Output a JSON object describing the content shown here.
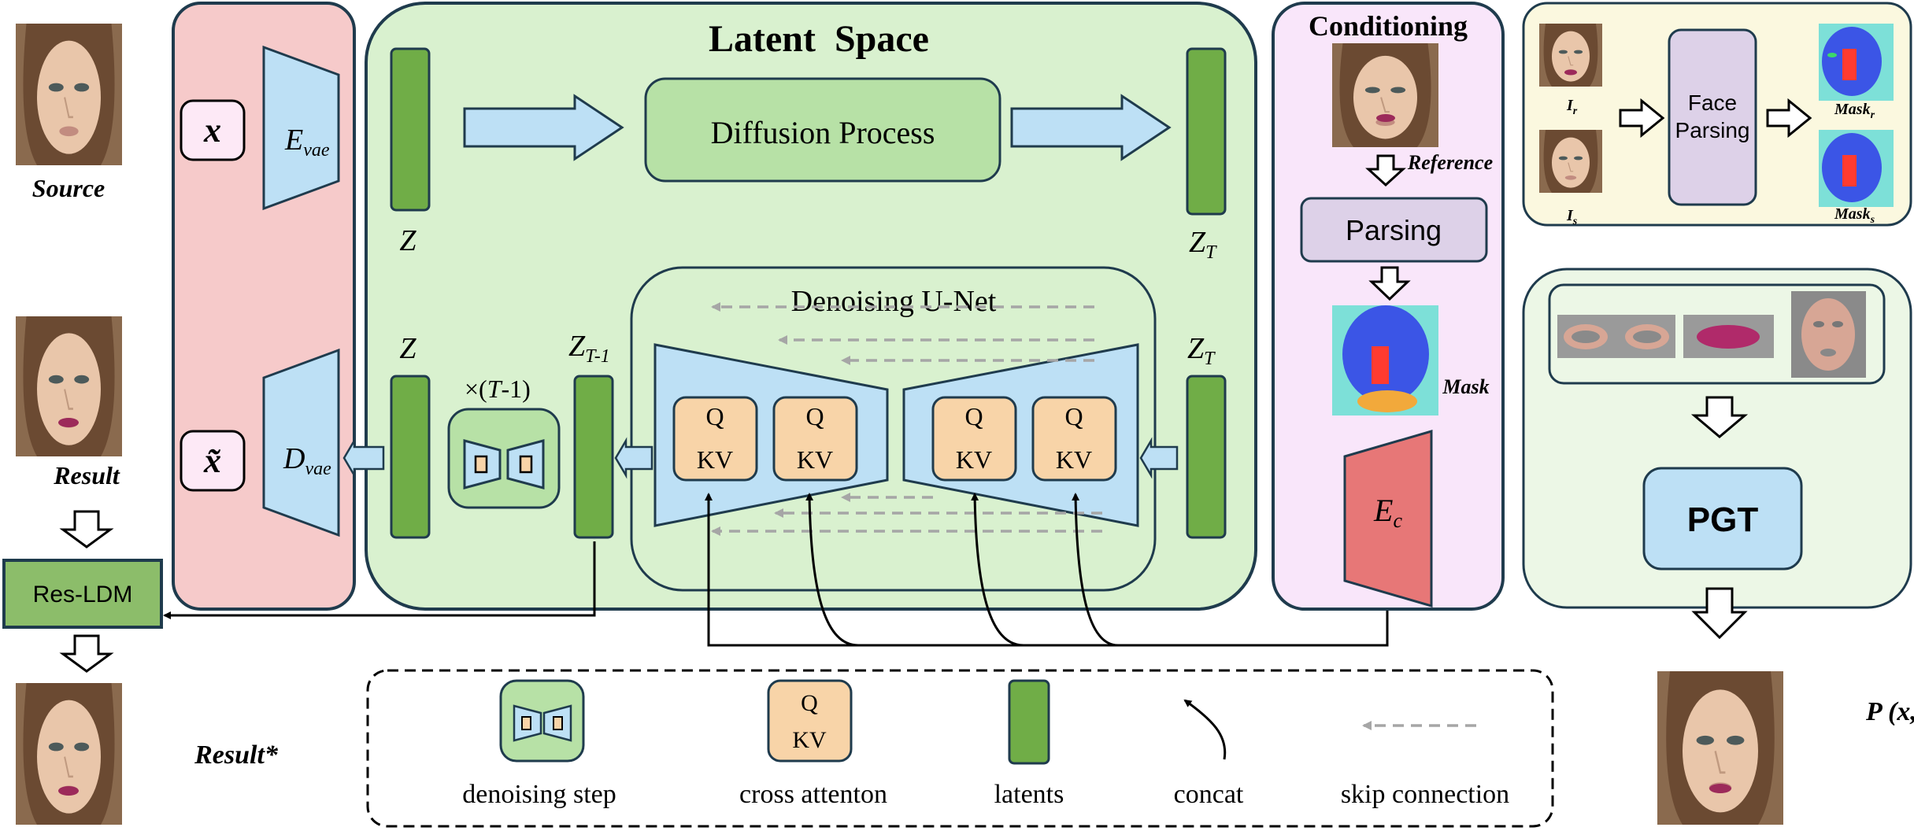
{
  "left": {
    "source_label": "Source",
    "result_label": "Result",
    "res_ldm_label": "Res-LDM",
    "result_star_label": "Result*"
  },
  "vae": {
    "x_label": "x",
    "x_tilde_label": "x̃",
    "encoder": {
      "main": "E",
      "sub": "vae"
    },
    "decoder": {
      "main": "D",
      "sub": "vae"
    }
  },
  "latent": {
    "title": "Latent  Space",
    "diffusion_label": "Diffusion Process",
    "z_top": "Z",
    "zt_top": {
      "main": "Z",
      "sub": "T"
    },
    "unet_title": "Denoising U-Net",
    "z_bottom": "Z",
    "zt1": {
      "main": "Z",
      "sub": "T-1"
    },
    "zt_bottom": {
      "main": "Z",
      "sub": "T"
    },
    "repeat_label": {
      "pre": "×(",
      "italic": "T",
      "post": "-1)"
    },
    "q_label": "Q",
    "kv_label": "KV"
  },
  "conditioning": {
    "title": "Conditioning",
    "reference_label": "Reference",
    "parsing_label": "Parsing",
    "mask_label": "Mask",
    "ec": {
      "main": "E",
      "sub": "c"
    }
  },
  "face_parsing_panel": {
    "ir": {
      "main": "I",
      "sub": "r"
    },
    "is": {
      "main": "I",
      "sub": "s"
    },
    "face_parsing_line1": "Face",
    "face_parsing_line2": "Parsing",
    "mask_r": {
      "main": "Mask",
      "sub": "r"
    },
    "mask_s": {
      "main": "Mask",
      "sub": "s"
    }
  },
  "pgt_panel": {
    "pgt_label": "PGT",
    "output_label": "P (x, y)"
  },
  "legend": {
    "denoising_step": "denoising step",
    "cross_attention": "cross attenton",
    "latents": "latents",
    "concat": "concat",
    "skip_connection": "skip connection",
    "q": "Q",
    "kv": "KV"
  },
  "colors": {
    "latent_bg": "#d9f1cf",
    "vae_bg": "#f6caca",
    "conditioning_bg": "#f9e6fa",
    "face_panel_bg": "#fbf8df",
    "pgt_panel_bg": "#ecf7e6",
    "green_box": "#b7e1a6",
    "latent_bar": "#70ad47",
    "blue_trapezoid": "#bde0f5",
    "qkv": "#f8d4a8",
    "parsing_box": "#ddd1e8",
    "ec": "#e77777",
    "res_ldm": "#8cbd6a"
  }
}
